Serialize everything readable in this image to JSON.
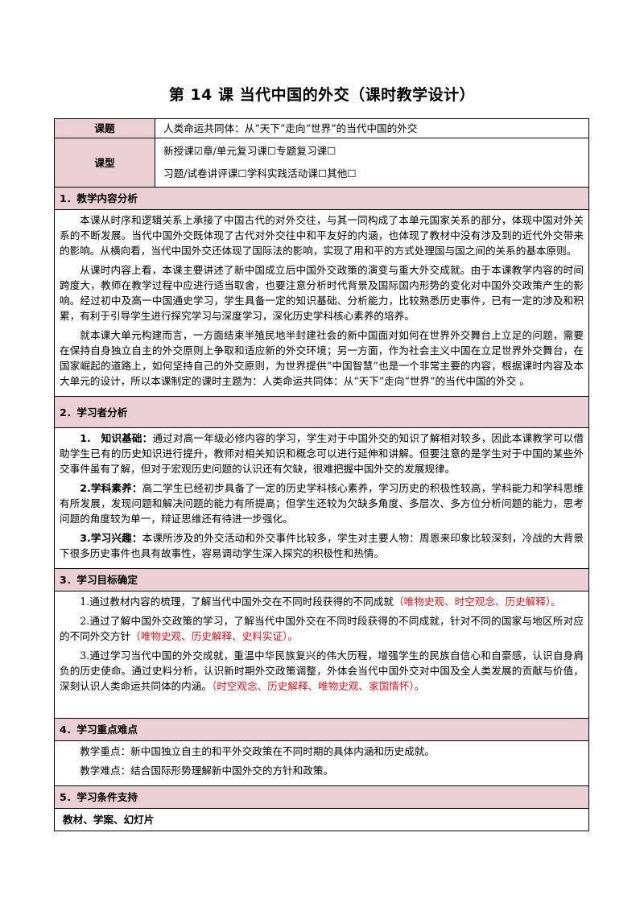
{
  "title": "第 14 课  当代中国的外交（课时教学设计）",
  "topic": {
    "label": "课题",
    "value": "人类命运共同体：从“天下”走向“世界”的当代中国的外交"
  },
  "lesson_type": {
    "label": "课型",
    "line1": "新授课☑章/单元复习课☐专题复习课☐",
    "line2": "习题/试卷讲评课☐学科实践活动课☐其他☐"
  },
  "sec1": {
    "heading": "1．教学内容分析",
    "p1": "本课从时序和逻辑关系上承接了中国古代的对外交往，与其一同构成了本单元国家关系的部分，体现中国对外关系的不断发展。当代中国外交既体现了古代对外交往中和平友好的内涵，也体现了教材中没有涉及到的近代外交带来的影响。从横向看，当代中国外交还体现了国际法的影响，实现了用和平的方式处理国与国之间的关系的基本原则。",
    "p2": "从课时内容上看，本课主要讲述了新中国成立后中国外交政策的演变与重大外交成就。由于本课教学内容的时间跨度大，教师在教学过程中应进行适当取舍，也要注意分析时代背景及国际国内形势的变化对中国外交政策产生的影响。经过初中及高一中国通史学习，学生具备一定的知识基础、分析能力，比较熟悉历史事件，已有一定的涉及和积累，有利于引导学生进行探究学习与深度学习，深化历史学科核心素养的培养。",
    "p3": "就本课大单元构建而言，一方面结束半殖民地半封建社会的新中国面对如何在世界外交舞台上立足的问题，需要在保持自身独立自主的外交原则上争取和适应新的外交环境；另一方面，作为社会主义中国在立足世界外交舞台，在国家崛起的道路上，如何坚持自己的外交原则，为世界提供“中国智慧”也是一个非常主要的内容，根据课时内容及本大单元的设计，所以本课制定的课时主题为：人类命运共同体：从“天下”走向“世界”的当代中国的外交  。"
  },
  "sec2": {
    "heading": "2．学习者分析",
    "p1_label": "1.　知识基础：",
    "p1_text": "通过对高一年级必修内容的学习，学生对于中国外交的知识了解相对较多，因此本课教学可以借助学生已有的历史知识进行提升，教师对相关知识和概念可以进行延伸和讲解。但要注意的是学生对于中国的某些外交事件虽有了解，但对于宏观历史问题的认识还有欠缺，很难把握中国外交的发展规律。",
    "p2_label": "2.学科素养：",
    "p2_text": "高二学生已经初步具备了一定的历史学科核心素养，学习历史的积极性较高，学科能力和学科思维有所发展，发现问题和解决问题的能力有所提高；但学生还较为欠缺多角度、多层次、多方位分析问题的能力，思考问题的角度较为单一，辩证思维还有待进一步强化。",
    "p3_label": "3.学习兴趣：",
    "p3_text": "本课所涉及的外交活动和外交事件比较多，学生对主要人物：周恩来印象比较深刻，冷战的大背景下很多历史事件也具有故事性，容易调动学生深入探究的积极性和热情。"
  },
  "sec3": {
    "heading": "3．学习目标确定",
    "g1_text": "1.通过教材内容的梳理，了解当代中国外交在不同时段获得的不同成就",
    "g1_tag": "（唯物史观、时空观念、历史解释）。",
    "g2_text": "2.通过了解中国外交政策的学习，了解当代中国外交在不同时段获得的不同成就，针对不同的国家与地区所对应的不同外交方针",
    "g2_tag": "（唯物史观、历史解释、史料实证）。",
    "g3_text": "3.通过学习当代中国的外交成就，重温中华民族复兴的伟大历程，增强学生的民族自信心和自豪感，认识自身肩负的历史使命。通过史料分析，认识新时期外交政策调整，外体会当代中国外交对中国及全人类发展的贡献与价值，深刻认识人类命运共同体的内涵。",
    "g3_tag": "（时空观念、历史解释、唯物史观、家国情怀）。"
  },
  "sec4": {
    "heading": "4．学习重点难点",
    "p1": "教学重点：新中国独立自主的和平外交政策在不同时期的具体内涵和历史成就。",
    "p2": "教学难点：结合国际形势理解新中国外交的方针和政策。"
  },
  "sec5": {
    "heading": "5．学习条件支持",
    "materials": "教材、学案、幻灯片"
  }
}
